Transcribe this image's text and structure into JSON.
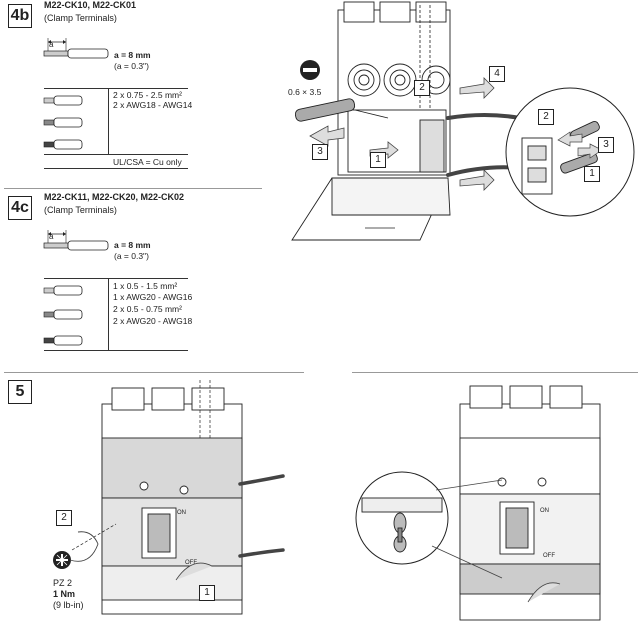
{
  "section_4b": {
    "step": "4b",
    "title": "M22-CK10, M22-CK01",
    "subtitle": "(Clamp Terminals)",
    "strip_symbol": "a",
    "strip_length": "a = 8 mm",
    "strip_length_inch": "(a = 0.3\")",
    "spec_lines": [
      "2 x 0.75 - 2.5 mm²",
      "2 x AWG18 - AWG14"
    ],
    "note": "UL/CSA = Cu only"
  },
  "section_4c": {
    "step": "4c",
    "title": "M22-CK11, M22-CK20, M22-CK02",
    "subtitle": "(Clamp Terminals)",
    "strip_symbol": "a",
    "strip_length": "a = 8 mm",
    "strip_length_inch": "(a = 0.3\")",
    "spec_lines": [
      "1 x 0.5 - 1.5 mm²",
      "1 x AWG20 - AWG16",
      "2 x 0.5 - 0.75 mm²",
      "2 x AWG20 - AWG18"
    ]
  },
  "top_figure": {
    "screwdriver_size": "0.6 × 3.5",
    "callouts": [
      "1",
      "2",
      "3",
      "4"
    ],
    "detail_callouts": [
      "1",
      "2",
      "3"
    ]
  },
  "section_5": {
    "step": "5",
    "callouts": [
      "1",
      "2"
    ],
    "tool": "PZ 2",
    "torque": "1 Nm",
    "torque_imperial": "(9 lb-in)",
    "switch_labels": [
      "ON",
      "OFF"
    ]
  }
}
